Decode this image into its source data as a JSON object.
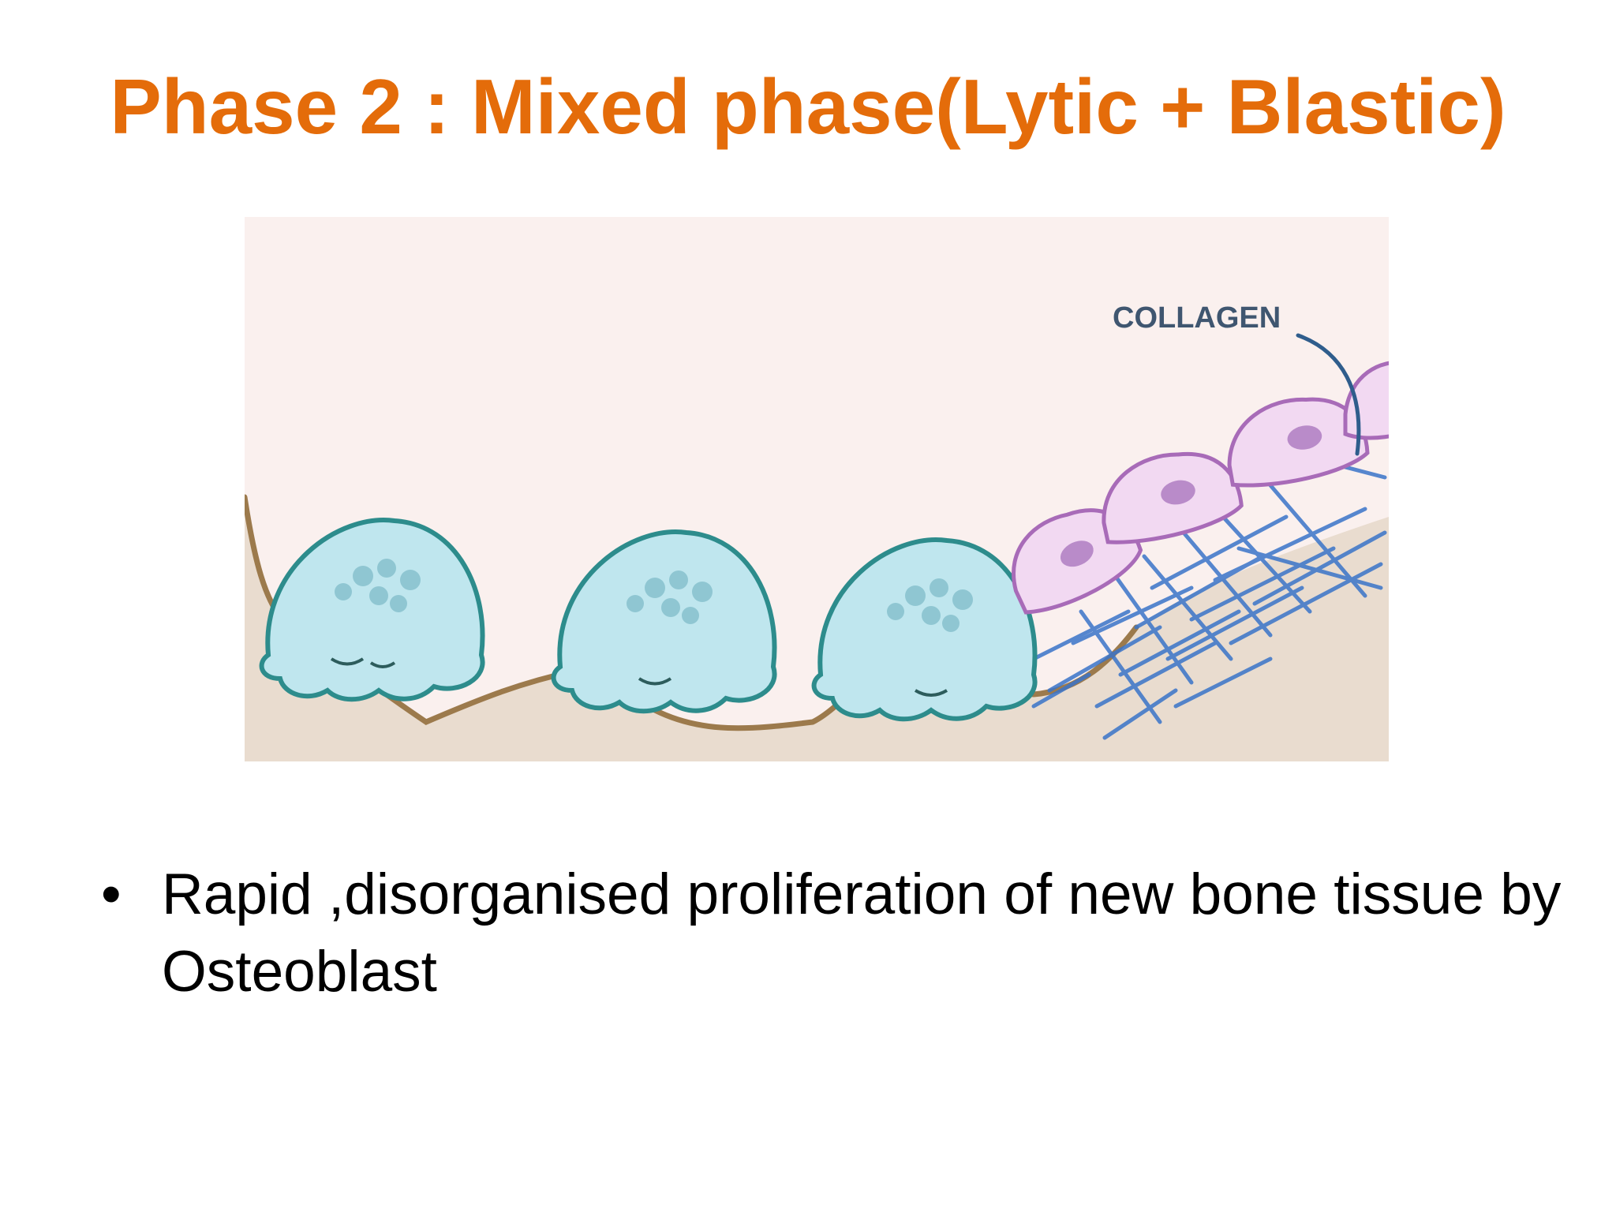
{
  "slide": {
    "title": "Phase 2 : Mixed phase(Lytic + Blastic)",
    "illustration": {
      "label": "COLLAGEN",
      "icons": [
        "osteoclast-cell-icon",
        "osteoblast-cell-icon",
        "collagen-fibers-icon",
        "bone-surface-icon"
      ],
      "colors": {
        "background": "#FAF0EE",
        "bone": "#E9DCCF",
        "bone_edge": "#9C7A4C",
        "osteoclast_fill": "#BFE6EE",
        "osteoclast_outline": "#2D8C8C",
        "osteoblast_fill": "#F2D9F2",
        "osteoblast_outline": "#A86BB8",
        "collagen": "#3A74C9",
        "label": "#3F5670"
      }
    },
    "bullets": [
      {
        "text": "Rapid ,disorganised proliferation of  new bone tissue by Osteoblast"
      }
    ],
    "accent_color": "#E46C0A"
  }
}
